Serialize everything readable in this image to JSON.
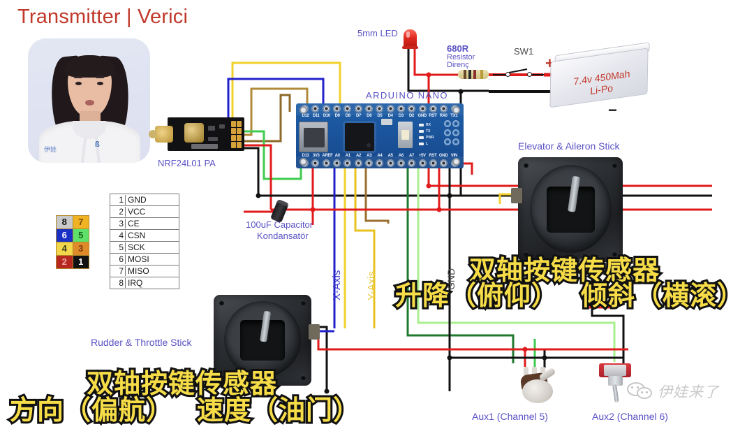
{
  "title": "Transmitter | Verici",
  "presenter": {
    "logo": "伊娃",
    "badge": "ß"
  },
  "components": {
    "nrf_label": "NRF24L01 PA",
    "arduino_label": "ARDUINO NANO",
    "led_label": "5mm LED",
    "resistor_label_1": "680R",
    "resistor_label_2": "Resistor",
    "resistor_label_3": "Direnç",
    "switch_label": "SW1",
    "battery_text_1": "7.4v 450Mah",
    "battery_text_2": "Li-Po",
    "battery_plus": "+",
    "battery_minus": "−",
    "capacitor_label_1": "100uF Capacitor",
    "capacitor_label_2": "Kondansatör",
    "stick_right_label": "Elevator & Aileron Stick",
    "stick_left_label": "Rudder & Throttle Stick",
    "aux1_label": "Aux1 (Channel 5)",
    "aux2_label": "Aux2 (Channel 6)",
    "x_axis_label": "X-Axis",
    "y_axis_label": "Y-Axis",
    "gnd_label": "GND"
  },
  "pin_table": [
    {
      "n": "1",
      "name": "GND"
    },
    {
      "n": "2",
      "name": "VCC"
    },
    {
      "n": "3",
      "name": "CE"
    },
    {
      "n": "4",
      "name": "CSN"
    },
    {
      "n": "5",
      "name": "SCK"
    },
    {
      "n": "6",
      "name": "MOSI"
    },
    {
      "n": "7",
      "name": "MISO"
    },
    {
      "n": "8",
      "name": "IRQ"
    }
  ],
  "pin_grid": [
    {
      "n": "8",
      "bg": "#c9c9c9",
      "fg": "#111111"
    },
    {
      "n": "7",
      "bg": "#f0b323",
      "fg": "#7a4a10"
    },
    {
      "n": "6",
      "bg": "#1a2fc4",
      "fg": "#ffffff"
    },
    {
      "n": "5",
      "bg": "#5fe06a",
      "fg": "#16621c"
    },
    {
      "n": "4",
      "bg": "#f2d64b",
      "fg": "#3a3a18"
    },
    {
      "n": "3",
      "bg": "#e08b2a",
      "fg": "#7a3a10"
    },
    {
      "n": "2",
      "bg": "#b5271f",
      "fg": "#f0a8a3"
    },
    {
      "n": "1",
      "bg": "#121212",
      "fg": "#ffffff"
    }
  ],
  "nano_pins": {
    "top": [
      "D12",
      "D11",
      "D10",
      "D9",
      "D8",
      "D7",
      "D6",
      "D5",
      "D4",
      "D3",
      "D2",
      "GND",
      "RST",
      "RX0",
      "TX1"
    ],
    "bottom": [
      "D13",
      "3V3",
      "AREF",
      "A0",
      "A1",
      "A2",
      "A3",
      "A4",
      "A5",
      "A6",
      "A7",
      "+5V",
      "RST",
      "GND",
      "VIN"
    ]
  },
  "nano_leds": [
    "RX",
    "TX",
    "PWR",
    "L"
  ],
  "captions": {
    "top_line1": "双轴按键传感器",
    "top_line2_a": "升降（俯仰）",
    "top_line2_b": "倾斜（横滚）",
    "bottom_line1": "双轴按键传感器",
    "bottom_line2_a": "方向（偏航）",
    "bottom_line2_b": "速度（油门）"
  },
  "watermark": {
    "text": "伊娃来了"
  },
  "colors": {
    "title": "#c0392b",
    "label": "#5a52c4",
    "caption_fill": "#f6dd48",
    "caption_stroke": "#111111",
    "wire_red": "#e01b1b",
    "wire_black": "#111111",
    "wire_yellow": "#f2d02c",
    "wire_blue": "#2222cc",
    "wire_green": "#3ecb4e",
    "wire_darkgreen": "#1f7a2e",
    "wire_brown": "#9a7030",
    "wire_lightgreen": "#a8ef8d"
  }
}
